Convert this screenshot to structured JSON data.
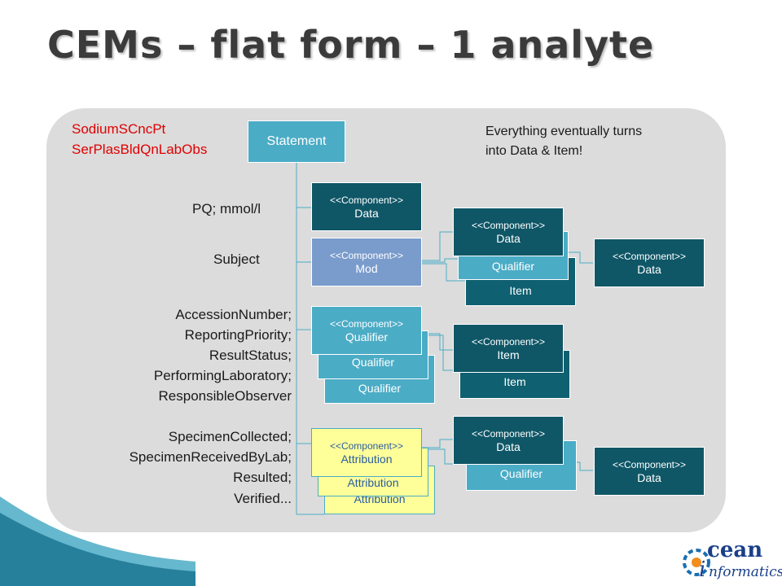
{
  "title": "CEMs – flat form – 1 analyte",
  "cem_names": {
    "line1": "SodiumSCncPt",
    "line2": "SerPlasBldQnLabObs"
  },
  "note": {
    "line1": "Everything eventually turns",
    "line2": "into Data & Item!"
  },
  "left_labels": {
    "pq": "PQ; mmol/l",
    "subject": "Subject",
    "accession": "AccessionNumber;",
    "priority": "ReportingPriority;",
    "status": "ResultStatus;",
    "performing": "PerformingLaboratory;",
    "observer": "ResponsibleObserver",
    "collected": "SpecimenCollected;",
    "received": "SpecimenReceivedByLab;",
    "resulted": "Resulted;",
    "verified": "Verified..."
  },
  "stereotype": "<<Component>>",
  "boxes": {
    "statement": "Statement",
    "data": "Data",
    "mod": "Mod",
    "qualifier": "Qualifier",
    "attribution": "Attribution",
    "item": "Item"
  },
  "logo": {
    "line1": "cean",
    "line2": "nformatics",
    "letter": "i"
  }
}
